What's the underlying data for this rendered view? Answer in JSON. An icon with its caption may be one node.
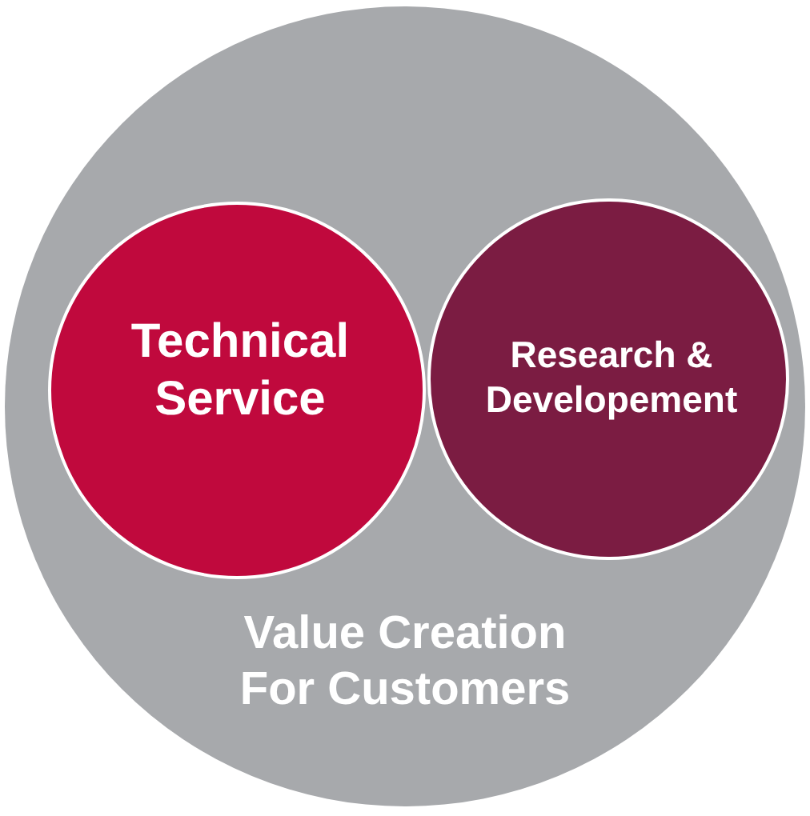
{
  "diagram": {
    "nodes": [
      {
        "text": [
          "Value Creation For Customers"
        ]
      },
      {
        "text": [
          "Technical Service"
        ],
        "in": 0
      },
      {
        "text": [
          "Research & Developement"
        ],
        "in": 0
      }
    ]
  }
}
